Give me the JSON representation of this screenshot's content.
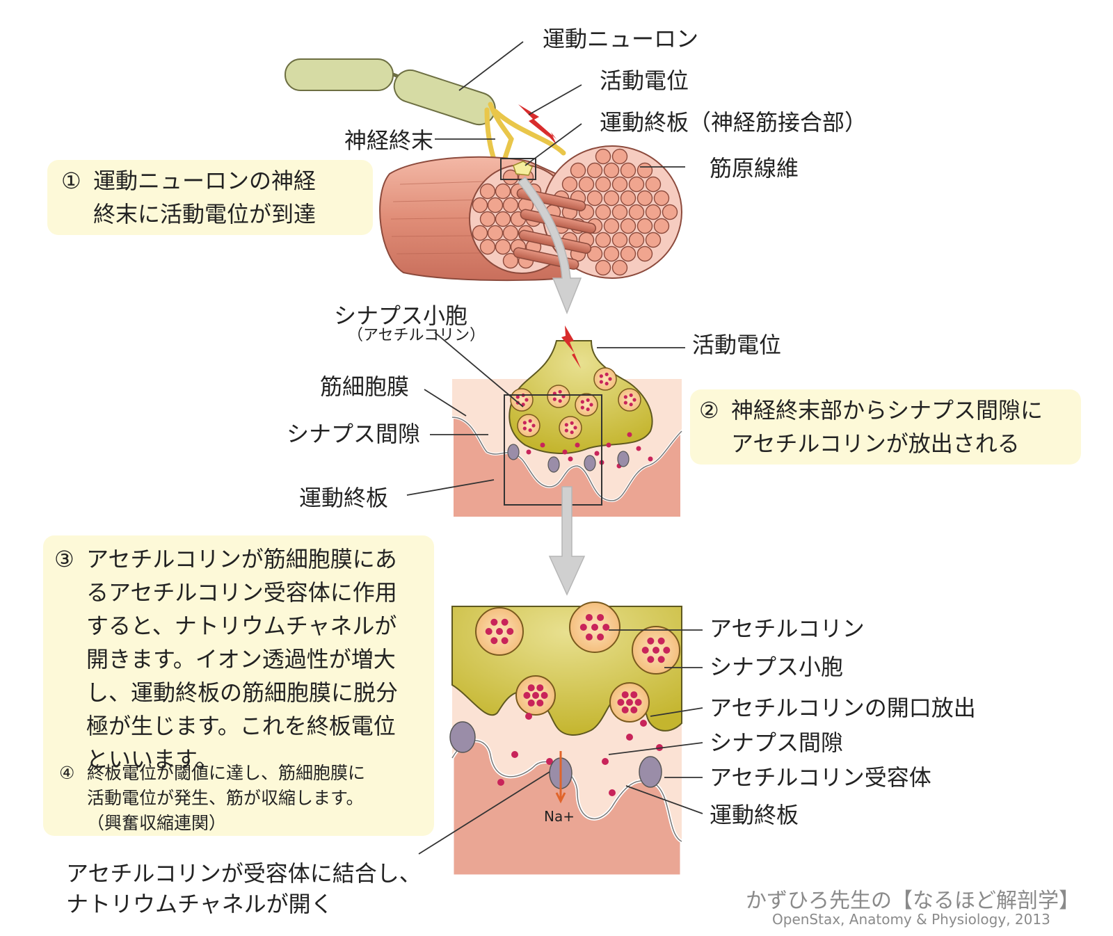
{
  "top": {
    "labels": {
      "motor_neuron": "運動ニューロン",
      "action_potential": "活動電位",
      "motor_end_plate_nmj": "運動終板（神経筋接合部）",
      "nerve_terminal": "神経終末",
      "myofiber": "筋原線維"
    },
    "step1": {
      "num": "①",
      "lines": [
        "運動ニューロンの神経",
        "終末に活動電位が到達"
      ]
    }
  },
  "middle": {
    "labels": {
      "synaptic_vesicle": "シナプス小胞",
      "acetylcholine_paren": "（アセチルコリン）",
      "action_potential": "活動電位",
      "sarcolemma": "筋細胞膜",
      "synaptic_cleft": "シナプス間隙",
      "motor_end_plate": "運動終板"
    },
    "step2": {
      "num": "②",
      "lines": [
        "神経終末部からシナプス間隙に",
        "アセチルコリンが放出される"
      ]
    }
  },
  "bottom": {
    "labels": {
      "acetylcholine": "アセチルコリン",
      "synaptic_vesicle": "シナプス小胞",
      "exocytosis": "アセチルコリンの開口放出",
      "synaptic_cleft": "シナプス間隙",
      "ach_receptor": "アセチルコリン受容体",
      "motor_end_plate": "運動終板",
      "sodium": "Na+"
    },
    "step3": {
      "num": "③",
      "lines": [
        "アセチルコリンが筋細胞膜にあ",
        "るアセチルコリン受容体に作用",
        "すると、ナトリウムチャネルが",
        "開きます。イオン透過性が増大",
        "し、運動終板の筋細胞膜に脱分",
        "極が生じます。これを終板電位",
        "といいます。"
      ]
    },
    "step4": {
      "num": "④",
      "lines": [
        "終板電位が閾値に達し、筋細胞膜に",
        "活動電位が発生、筋が収縮します。",
        "（興奮収縮連関）"
      ]
    },
    "caption": [
      "アセチルコリンが受容体に結合し、",
      "ナトリウムチャネルが開く"
    ]
  },
  "credit": {
    "title": "かずひろ先生の【なるほど解剖学】",
    "source": "OpenStax, Anatomy & Physiology, 2013"
  },
  "colors": {
    "box_fill": "#fdf9d8",
    "muscle": "#e39a86",
    "neuron": "#d8dca6",
    "terminal": "#c8bd38",
    "vesicle_dot": "#c8245a",
    "receptor": "#9a8da8"
  }
}
